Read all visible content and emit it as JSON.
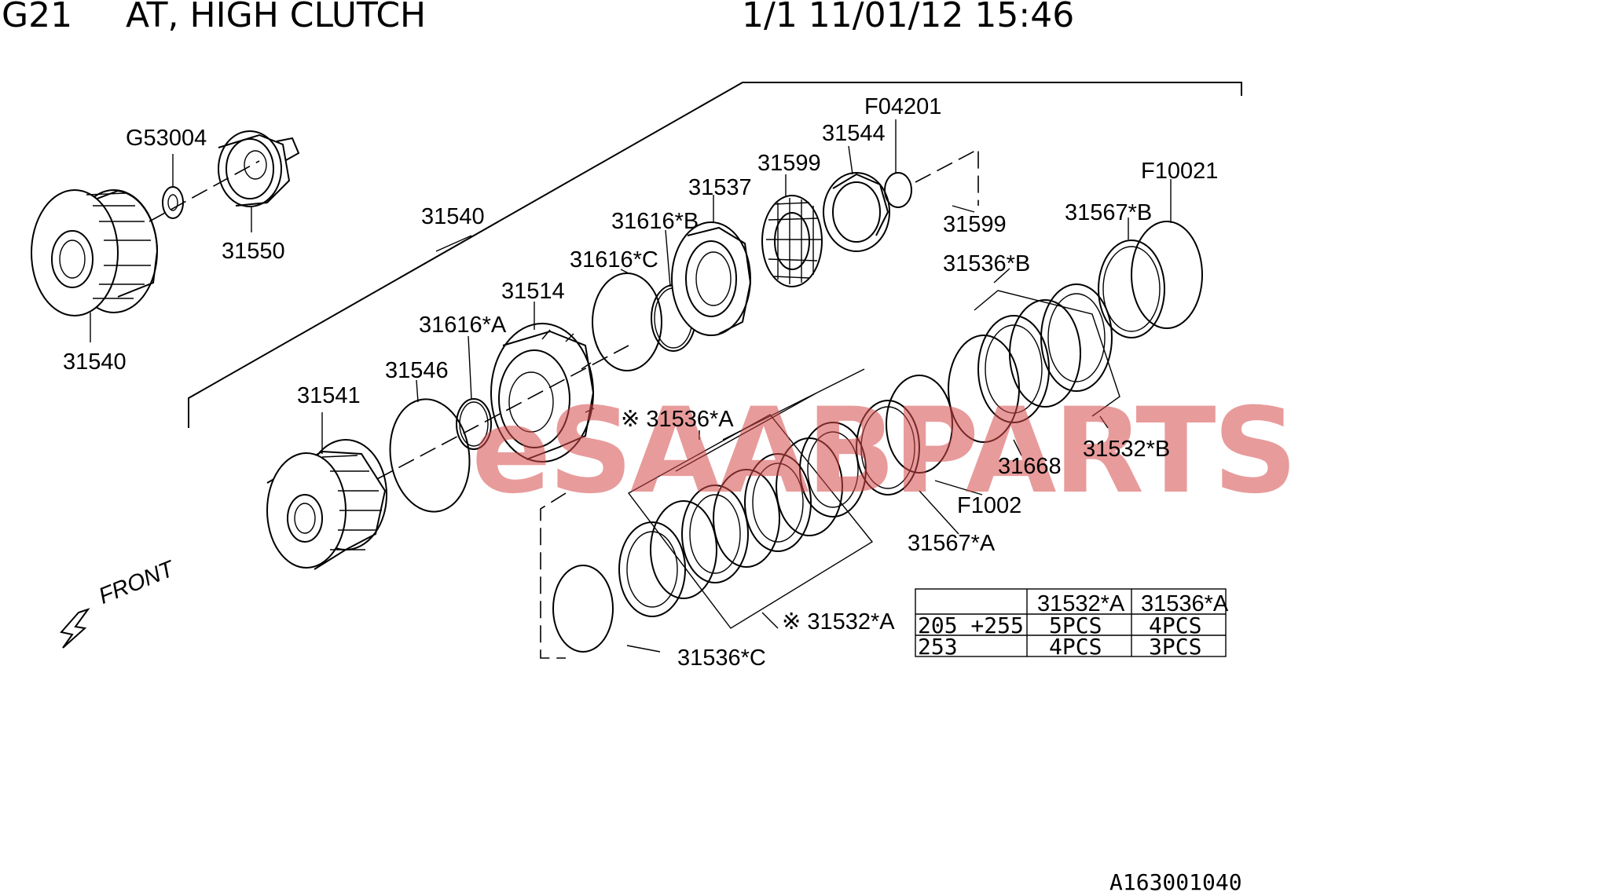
{
  "header": {
    "code": "G21",
    "title": "AT, HIGH CLUTCH",
    "page_date": "1/1 11/01/12 15:46"
  },
  "watermark": "eSAABPARTS",
  "callouts": {
    "g53004": "G53004",
    "p31550": "31550",
    "p31540_top": "31540",
    "p31540_bottom": "31540",
    "p31541": "31541",
    "p31546": "31546",
    "p31616a": "31616*A",
    "p31514": "31514",
    "p31616c": "31616*C",
    "p31616b": "31616*B",
    "p31537": "31537",
    "p31599_top": "31599",
    "p31599_right": "31599",
    "p31544": "31544",
    "f04201": "F04201",
    "f10021": "F10021",
    "p31567b": "31567*B",
    "p31536b": "31536*B",
    "p31532b": "31532*B",
    "p31668": "31668",
    "f1002": "F1002",
    "p31567a": "31567*A",
    "p31536a": "※ 31536*A",
    "p31532a": "※ 31532*A",
    "p31536c": "31536*C",
    "front": "FRONT"
  },
  "qty_table": {
    "headers": [
      "",
      "31532*A",
      "31536*A"
    ],
    "rows": [
      [
        "205 +255",
        "5PCS",
        "4PCS"
      ],
      [
        "253",
        "4PCS",
        "3PCS"
      ]
    ]
  },
  "footer_code": "A163001040"
}
